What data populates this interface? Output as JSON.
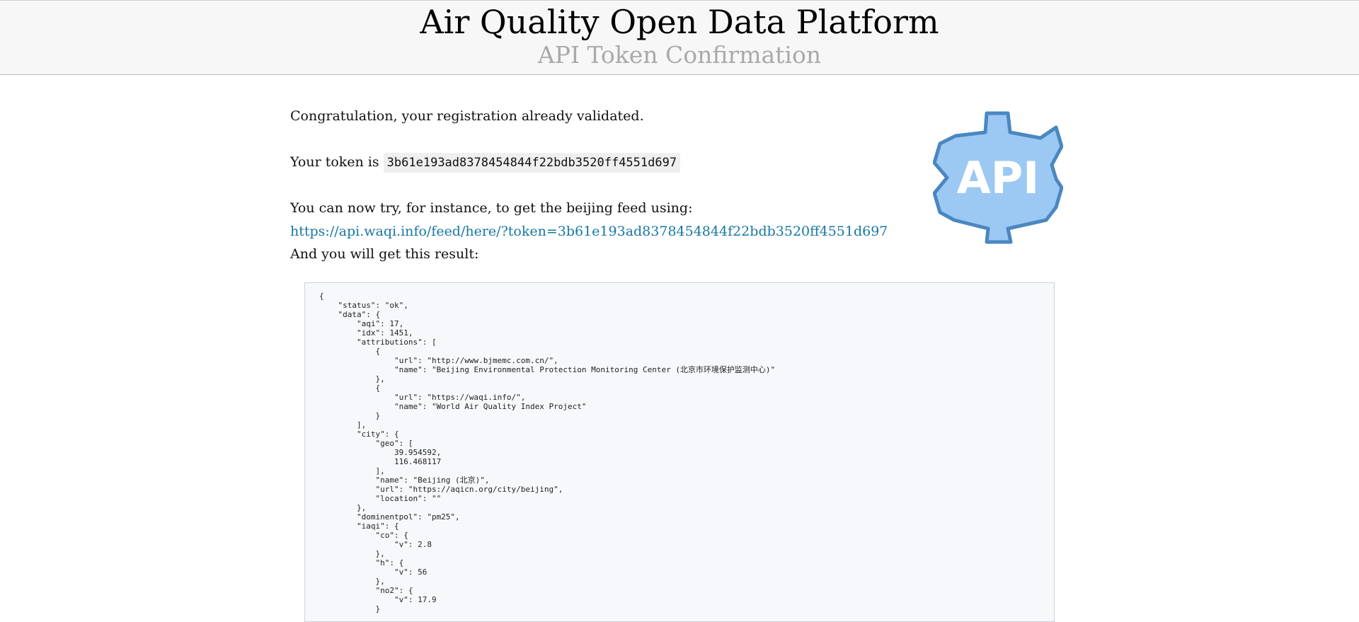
{
  "header": {
    "title": "Air Quality Open Data Platform",
    "subtitle": "API Token Confirmation"
  },
  "main": {
    "congrats": "Congratulation, your registration already validated.",
    "token_prefix": "Your token is",
    "token": "3b61e193ad8378454844f22bdb3520ff4551d697",
    "try_text": "You can now try, for instance, to get the beijing feed using:",
    "feed_url": "https://api.waqi.info/feed/here/?token=3b61e193ad8378454844f22bdb3520ff4551d697",
    "result_text": "And you will get this result:",
    "api_logo_text": "API"
  },
  "result_json": "{\n    \"status\": \"ok\",\n    \"data\": {\n        \"aqi\": 17,\n        \"idx\": 1451,\n        \"attributions\": [\n            {\n                \"url\": \"http://www.bjmemc.com.cn/\",\n                \"name\": \"Beijing Environmental Protection Monitoring Center (北京市环境保护监测中心)\"\n            },\n            {\n                \"url\": \"https://waqi.info/\",\n                \"name\": \"World Air Quality Index Project\"\n            }\n        ],\n        \"city\": {\n            \"geo\": [\n                39.954592,\n                116.468117\n            ],\n            \"name\": \"Beijing (北京)\",\n            \"url\": \"https://aqicn.org/city/beijing\",\n            \"location\": \"\"\n        },\n        \"dominentpol\": \"pm25\",\n        \"iaqi\": {\n            \"co\": {\n                \"v\": 2.8\n            },\n            \"h\": {\n                \"v\": 56\n            },\n            \"no2\": {\n                \"v\": 17.9\n            }",
  "colors": {
    "link": "#1677a4",
    "header_bg": "#f7f7f7",
    "subtitle": "#a9a9a9",
    "logo_fill": "#9cc8f4",
    "logo_stroke": "#4a87c0"
  },
  "icons": {
    "api_logo": "api-gear-icon"
  }
}
